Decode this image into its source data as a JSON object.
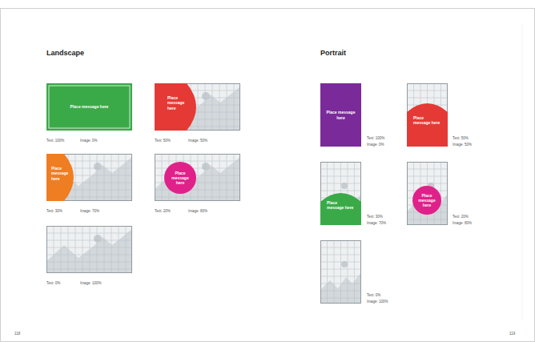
{
  "diagram": {
    "nodes": [
      {
        "text": [
          "Place message here"
        ]
      },
      {
        "text": [
          "Place message here"
        ]
      },
      {
        "text": [
          "Place message here"
        ]
      },
      {
        "text": [
          "Place message here"
        ]
      },
      {
        "text": [
          "Place message here"
        ]
      },
      {
        "text": [
          "Place message here"
        ]
      },
      {
        "text": [
          "Place message here"
        ]
      },
      {
        "text": [
          "Place message here"
        ]
      }
    ],
    "labels": [
      "Landscape",
      "Text: 100%",
      "Image: 0%",
      "Text: 50%",
      "Image: 50%",
      "Text: 30%",
      "Image: 70%",
      "Text: 20%",
      "Image: 80%",
      "Text: 0%",
      "Image: 100%",
      "Portrait",
      "Text: 100%",
      "Image: 0%",
      "Text: 50%",
      "Image: 50%",
      "Text: 30%",
      "Image: 70%",
      "Text: 20%",
      "Image: 80%",
      "Text: 0%",
      "Image: 100%",
      "118",
      "119"
    ]
  }
}
